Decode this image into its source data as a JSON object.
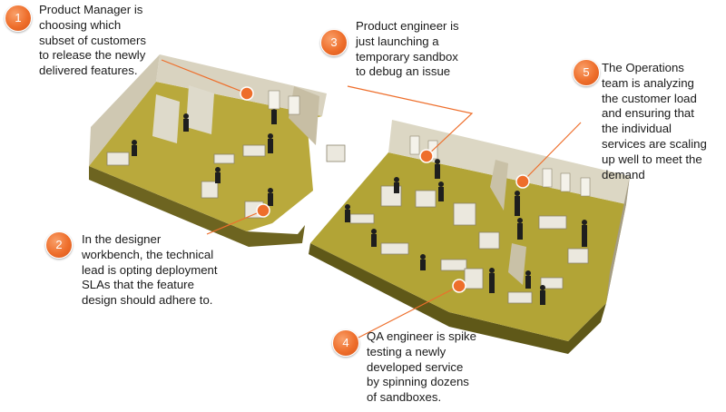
{
  "colors": {
    "accent": "#ee6e2b",
    "floor": "#b9a93c",
    "wall": "#d6d0bd",
    "wall_dark": "#9a927e",
    "desk": "#e9e6dc",
    "person": "#1e1e1e"
  },
  "callouts": [
    {
      "number": "1",
      "lines": [
        "Product Manager is",
        "choosing which",
        "subset of customers",
        "to release the newly",
        "delivered features."
      ]
    },
    {
      "number": "2",
      "lines": [
        "In the designer",
        "workbench, the technical",
        "lead is opting deployment",
        "SLAs that the feature",
        "design should adhere to."
      ]
    },
    {
      "number": "3",
      "lines": [
        "Product engineer is",
        "just launching a",
        "temporary sandbox",
        "to debug an issue"
      ]
    },
    {
      "number": "4",
      "lines": [
        "QA engineer is spike",
        "testing a newly",
        "developed service",
        "by spinning dozens",
        "of sandboxes."
      ]
    },
    {
      "number": "5",
      "lines": [
        "The Operations",
        "team is analyzing",
        "the customer load",
        "and ensuring that",
        "the individual",
        "services are scaling",
        "up well to meet the",
        "demand"
      ]
    }
  ]
}
